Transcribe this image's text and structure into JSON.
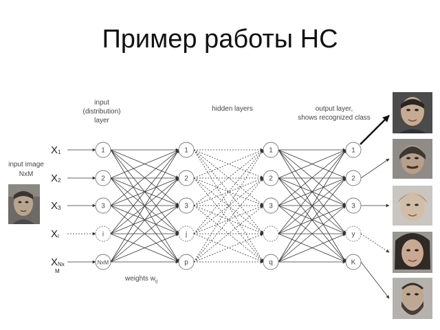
{
  "title": "Пример работы НС",
  "labels": {
    "input_layer": [
      "input",
      "(distribution)",
      "layer"
    ],
    "hidden_layers": "hidden layers",
    "output_layer": [
      "output layer,",
      "shows recognized class"
    ],
    "input_image": [
      "input image",
      "NxM"
    ],
    "weights": "weights w",
    "weights_sub": "ij"
  },
  "x_labels": [
    {
      "main": "X",
      "sub": "1"
    },
    {
      "main": "X",
      "sub": "2"
    },
    {
      "main": "X",
      "sub": "3"
    },
    {
      "main": "X",
      "sub": "i"
    },
    {
      "main": "X",
      "sub": "Nx",
      "sub2": "M"
    }
  ],
  "layers": {
    "input": [
      "1",
      "2",
      "3",
      "i",
      "NxM"
    ],
    "hidden1": [
      "1",
      "2",
      "3",
      "j",
      "p"
    ],
    "hidden2": [
      "1",
      "2",
      "3",
      "",
      "q"
    ],
    "output": [
      "1",
      "2",
      "3",
      "y",
      "K"
    ]
  },
  "recognized_class_index": 0,
  "colors": {
    "line": "#333333",
    "node_stroke": "#777777",
    "text": "#444444"
  }
}
